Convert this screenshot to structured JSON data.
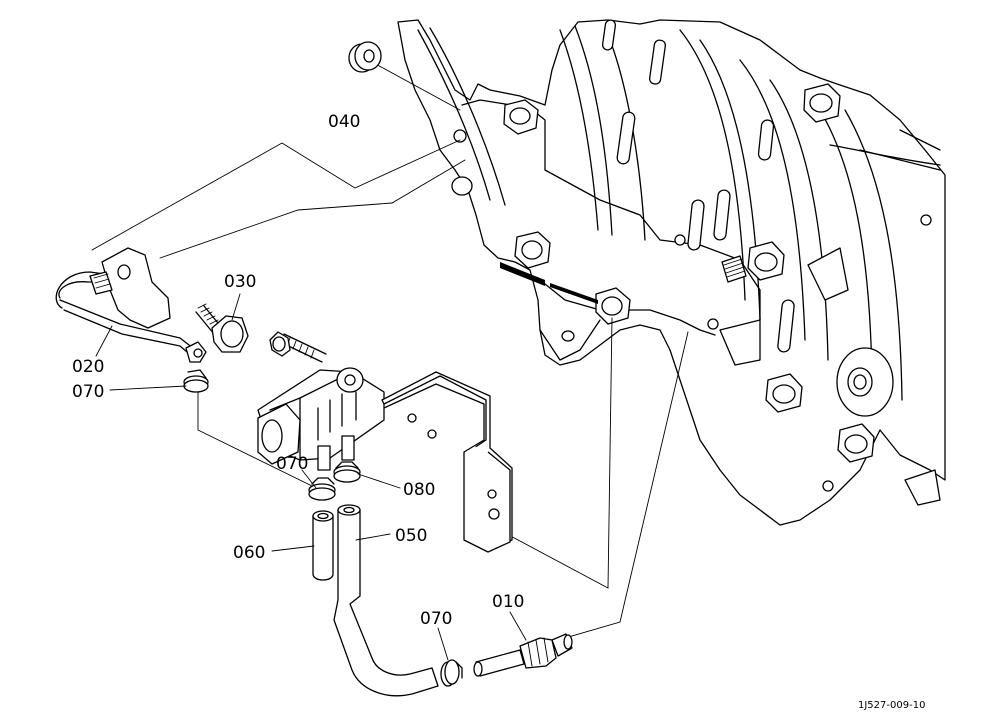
{
  "part_labels": {
    "p010": "010",
    "p020": "020",
    "p030": "030",
    "p040": "040",
    "p050": "050",
    "p060": "060",
    "p070a": "070",
    "p070b": "070",
    "p070c": "070",
    "p080": "080"
  },
  "drawing_ref": "1J527-009-10"
}
